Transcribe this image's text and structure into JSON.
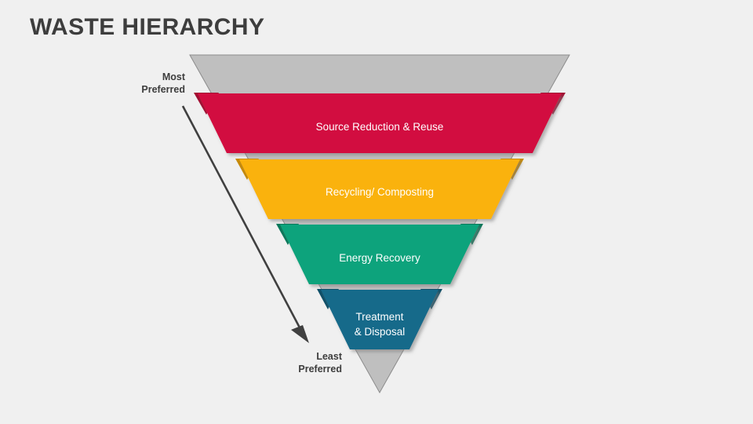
{
  "page": {
    "title": "WASTE HIERARCHY",
    "background_color": "#f0f0f0",
    "title_color": "#3d3d3d"
  },
  "annotations": {
    "most_preferred": "Most\nPreferred",
    "least_preferred": "Least\nPreferred",
    "arrow": "direction-arrow-downward"
  },
  "chart_data": {
    "type": "funnel",
    "title": "WASTE HIERARCHY",
    "orientation": "inverted-pyramid",
    "top_label": "Most Preferred",
    "bottom_label": "Least Preferred",
    "backdrop_color": "#bfbfbf",
    "categories": [
      "Source Reduction & Reuse",
      "Recycling/ Composting",
      "Energy Recovery",
      "Treatment & Disposal"
    ],
    "levels": [
      {
        "rank": 1,
        "label": "Source Reduction & Reuse",
        "color": "#d2103f",
        "fold_color": "#a30c31",
        "text_color": "#ffffff",
        "preference": "Most Preferred"
      },
      {
        "rank": 2,
        "label": "Recycling/ Composting",
        "color": "#fab20b",
        "fold_color": "#c78a07",
        "text_color": "#ffffff",
        "preference": ""
      },
      {
        "rank": 3,
        "label": "Energy Recovery",
        "color": "#0ca37b",
        "fold_color": "#07785a",
        "text_color": "#ffffff",
        "preference": ""
      },
      {
        "rank": 4,
        "label": "Treatment\n& Disposal",
        "color": "#146a8a",
        "fold_color": "#0e4f68",
        "text_color": "#ffffff",
        "preference": "Least Preferred"
      }
    ]
  }
}
